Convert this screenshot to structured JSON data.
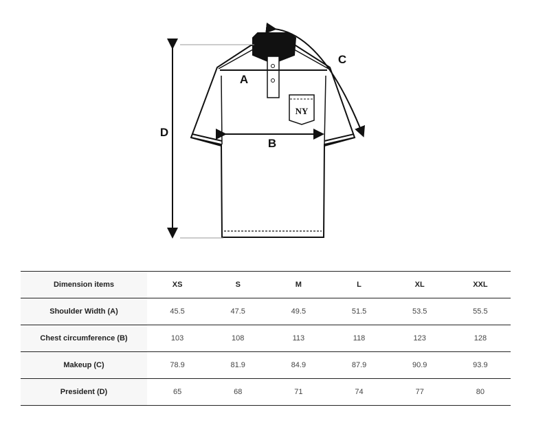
{
  "diagram": {
    "labels": {
      "a": "A",
      "b": "B",
      "c": "C",
      "d": "D"
    },
    "pocket_logo": "NY"
  },
  "table": {
    "header": {
      "label": "Dimension items",
      "sizes": [
        "XS",
        "S",
        "M",
        "L",
        "XL",
        "XXL"
      ]
    },
    "rows": [
      {
        "label": "Shoulder Width (A)",
        "values": [
          "45.5",
          "47.5",
          "49.5",
          "51.5",
          "53.5",
          "55.5"
        ]
      },
      {
        "label": "Chest circumference (B)",
        "values": [
          "103",
          "108",
          "113",
          "118",
          "123",
          "128"
        ]
      },
      {
        "label": "Makeup (C)",
        "values": [
          "78.9",
          "81.9",
          "84.9",
          "87.9",
          "90.9",
          "93.9"
        ]
      },
      {
        "label": "President (D)",
        "values": [
          "65",
          "68",
          "71",
          "74",
          "77",
          "80"
        ]
      }
    ]
  }
}
